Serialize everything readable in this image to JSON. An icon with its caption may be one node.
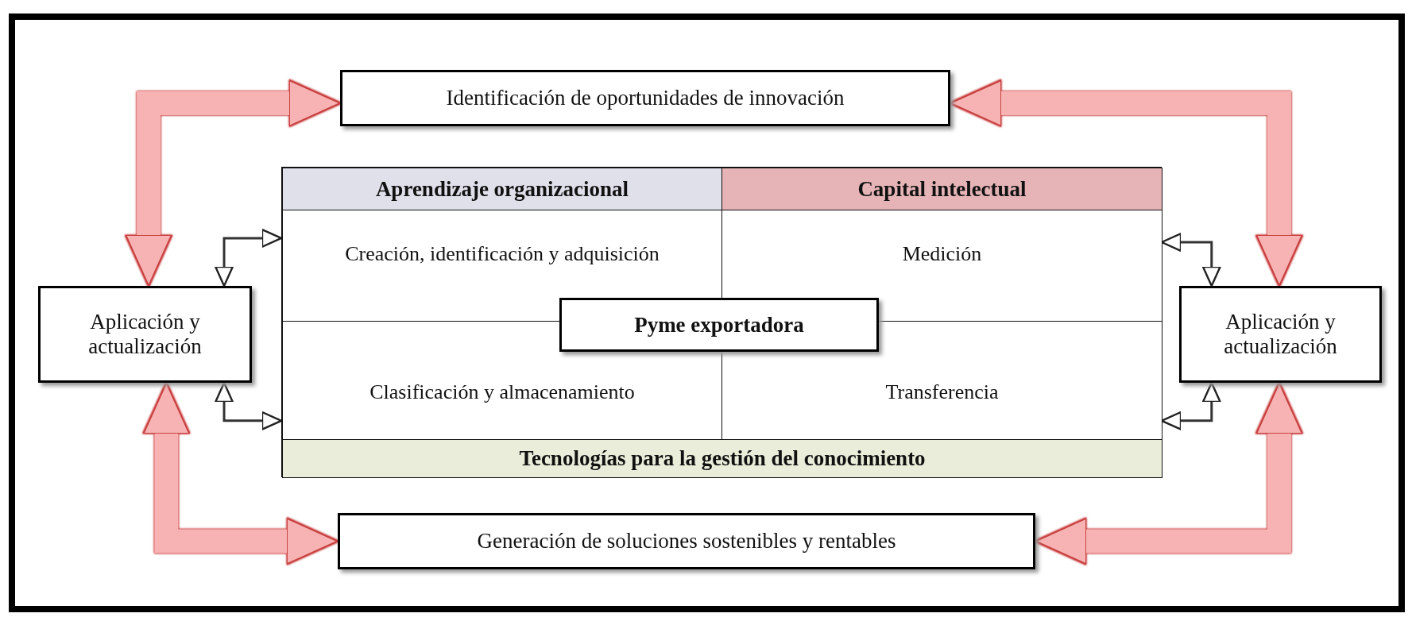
{
  "diagram": {
    "nodes": [
      {
        "text": [
          "Identificación de oportunidades de innovación"
        ]
      },
      {
        "text": [],
        "shape": "box"
      },
      {
        "text": [
          "Aprendizaje organizacional"
        ],
        "in": 1
      },
      {
        "text": [
          "Capital intelectual"
        ],
        "in": 1
      },
      {
        "text": [
          "Creación, identificación y adquisición"
        ],
        "in": 1
      },
      {
        "text": [
          "Medición"
        ],
        "in": 1
      },
      {
        "text": [
          "Pyme exportadora"
        ],
        "in": 1
      },
      {
        "text": [
          "Clasificación y almacenamiento"
        ],
        "in": 1
      },
      {
        "text": [
          "Transferencia"
        ],
        "in": 1
      },
      {
        "text": [
          "Tecnologías para la gestión del conocimiento"
        ],
        "in": 1
      },
      {
        "text": [
          "Aplicación y actualización"
        ]
      },
      {
        "text": [
          "Aplicación y actualización"
        ]
      },
      {
        "text": [
          "Generación de soluciones sostenibles y rentables"
        ]
      }
    ],
    "edges": [
      {
        "from": 10,
        "to": 0,
        "arrow": "both",
        "style": "thick",
        "color": "#f7b3b3"
      },
      {
        "from": 0,
        "to": 11,
        "arrow": "both",
        "style": "thick",
        "color": "#f7b3b3"
      },
      {
        "from": 10,
        "to": 12,
        "arrow": "both",
        "style": "thick",
        "color": "#f7b3b3"
      },
      {
        "from": 12,
        "to": 11,
        "arrow": "both",
        "style": "thick",
        "color": "#f7b3b3"
      },
      {
        "from": 10,
        "to": 1,
        "arrow": "both",
        "color": "#333333"
      },
      {
        "from": 10,
        "to": 1,
        "arrow": "both",
        "color": "#333333"
      },
      {
        "from": 1,
        "to": 11,
        "arrow": "both",
        "color": "#333333"
      },
      {
        "from": 11,
        "to": 1,
        "arrow": "both",
        "color": "#333333"
      }
    ]
  }
}
